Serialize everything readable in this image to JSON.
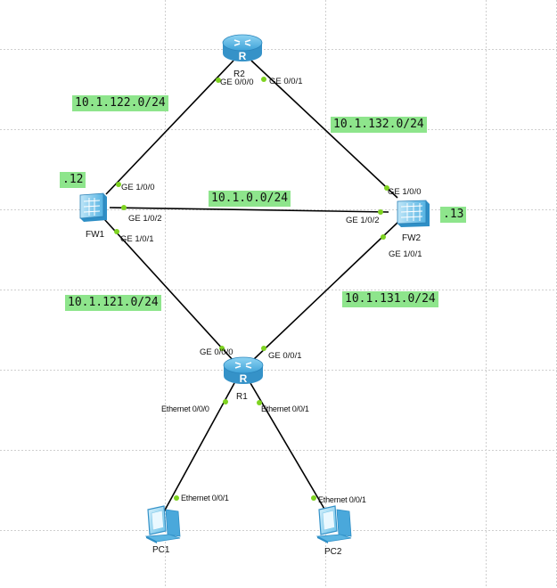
{
  "devices": {
    "r2": {
      "label": "R2"
    },
    "fw1": {
      "label": "FW1"
    },
    "fw2": {
      "label": "FW2"
    },
    "r1": {
      "label": "R1"
    },
    "pc1": {
      "label": "PC1"
    },
    "pc2": {
      "label": "PC2"
    }
  },
  "subnets": {
    "r2_fw1": "10.1.122.0/24",
    "r2_fw2": "10.1.132.0/24",
    "fw1_fw2": "10.1.0.0/24",
    "fw1_r1": "10.1.121.0/24",
    "fw2_r1": "10.1.131.0/24",
    "fw1_addr": ".12",
    "fw2_addr": ".13"
  },
  "ports": {
    "r2_ge000": "GE 0/0/0",
    "r2_ge001": "GE 0/0/1",
    "fw1_ge100": "GE 1/0/0",
    "fw1_ge102": "GE 1/0/2",
    "fw1_ge101": "GE 1/0/1",
    "fw2_ge100": "GE 1/0/0",
    "fw2_ge102": "GE 1/0/2",
    "fw2_ge101": "GE 1/0/1",
    "r1_ge000": "GE 0/0/0",
    "r1_ge001": "GE 0/0/1",
    "r1_eth000": "Ethernet 0/0/0",
    "r1_eth001": "Ethernet 0/0/1",
    "pc1_eth001": "Ethernet 0/0/1",
    "pc2_eth001": "Ethernet 0/0/1"
  },
  "colors": {
    "link": "#000000",
    "port_dot": "#7ed321",
    "subnet_bg": "#8ee58c",
    "device_blue": "#5ab9e6",
    "grid": "#cfcfcf"
  }
}
